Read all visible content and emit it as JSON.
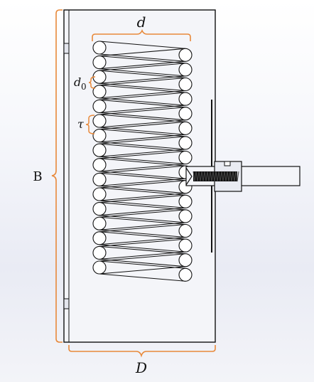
{
  "labels": {
    "coil_diameter": "d",
    "wire_diameter_main": "d",
    "wire_diameter_sub": "0",
    "pitch": "τ",
    "height": "B",
    "width": "D"
  },
  "colors": {
    "dimension_bracket": "#e8893a",
    "outline": "#111111",
    "housing_fill": "#f2f3f7",
    "coil_fill": "#ffffff",
    "screw_fill": "#111111"
  },
  "coil": {
    "turn_count": 16
  }
}
